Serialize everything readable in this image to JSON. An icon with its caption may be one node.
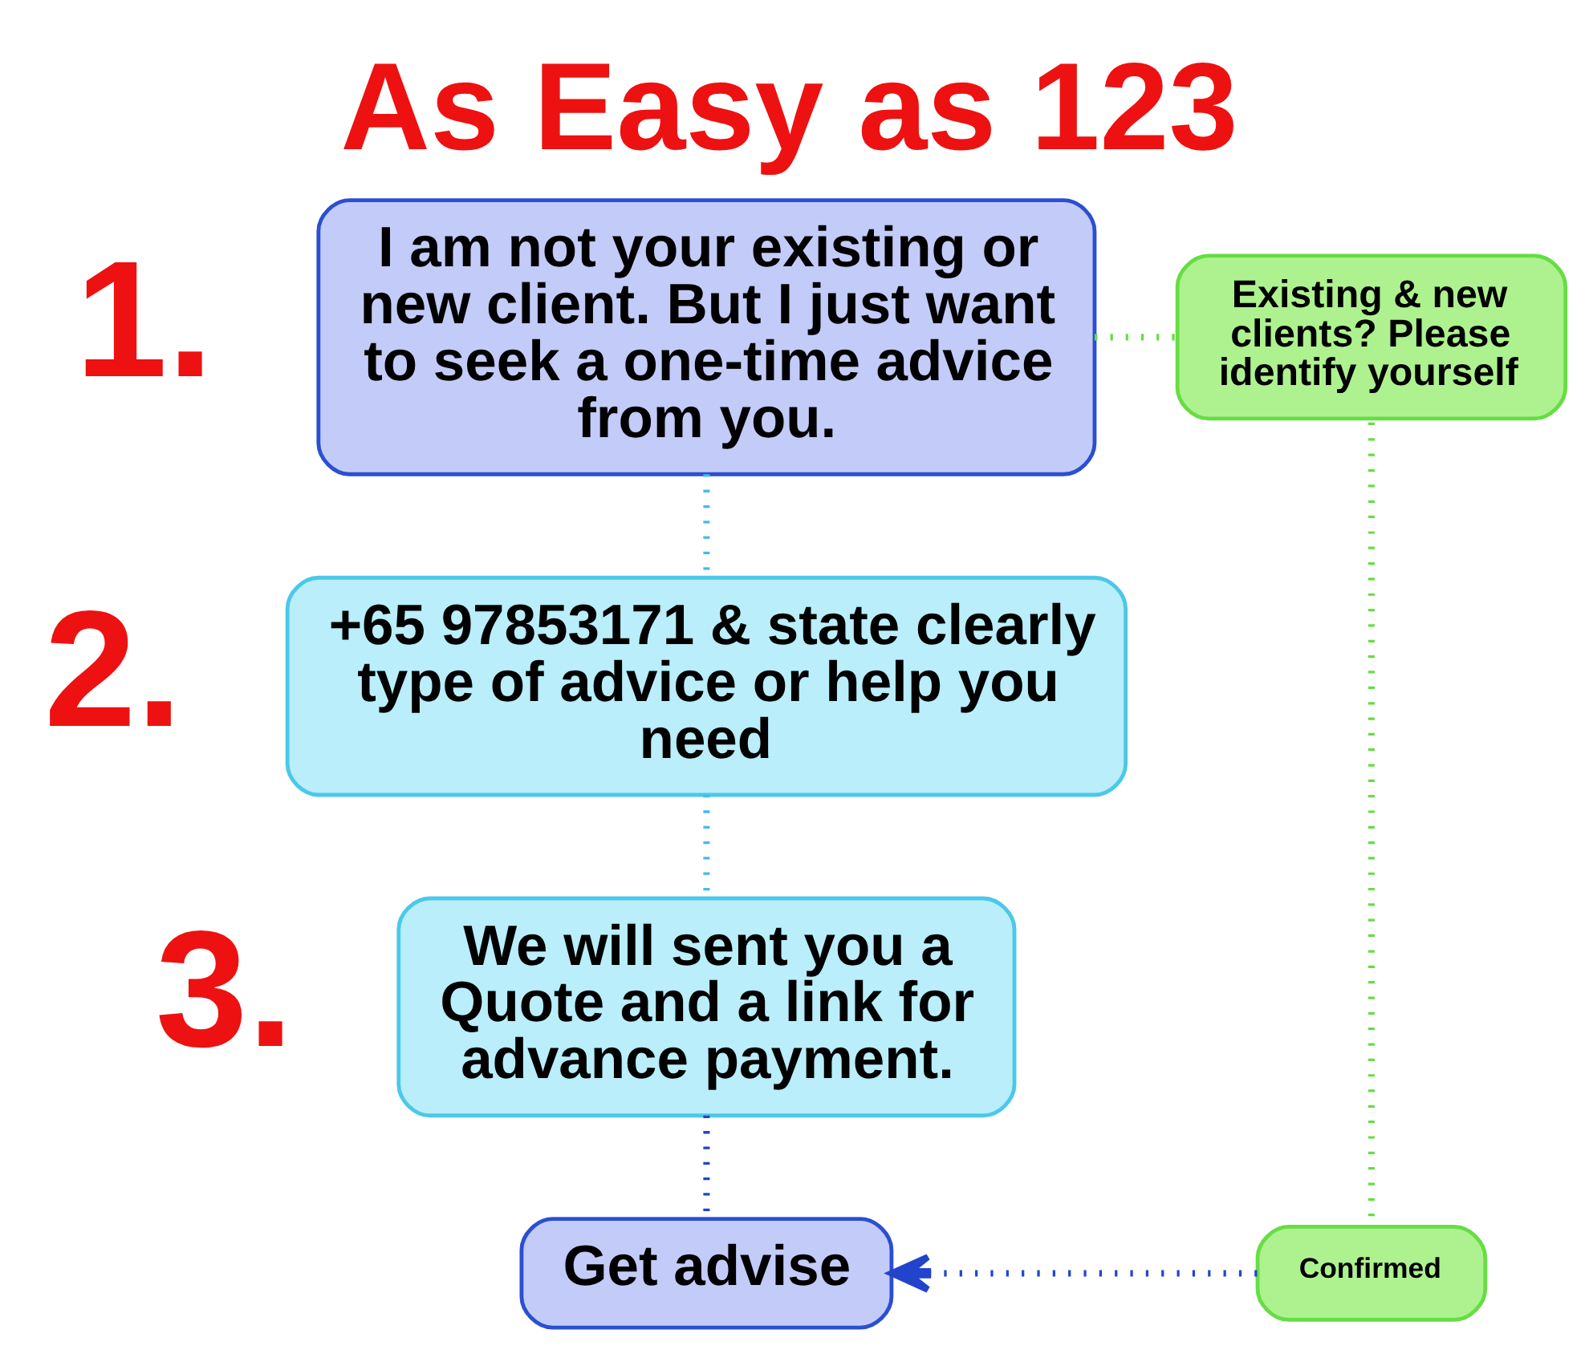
{
  "diagram": {
    "title": "As Easy as 123",
    "nodes": [
      {
        "text": [
          "I am not your existing or new client. But I just want to seek a one-time advice from you."
        ],
        "beside": [
          "1."
        ]
      },
      {
        "text": [
          "Existing & new clients? Please identify yourself"
        ]
      },
      {
        "text": [
          "+65 97853171 & state clearly type of advice or help you need"
        ],
        "beside": [
          "2."
        ]
      },
      {
        "text": [
          "We will sent you a Quote and a link for advance payment."
        ],
        "beside": [
          "3."
        ]
      },
      {
        "text": [
          "Get advise"
        ]
      },
      {
        "text": [
          "Confirmed"
        ]
      }
    ],
    "edges": [
      {
        "from": 0,
        "to": 1,
        "arrow": "none",
        "color": "#66dd44"
      },
      {
        "from": 0,
        "to": 2,
        "arrow": "none",
        "color": "#44bbee"
      },
      {
        "from": 2,
        "to": 3,
        "arrow": "none",
        "color": "#44bbee"
      },
      {
        "from": 3,
        "to": 4,
        "arrow": "none",
        "color": "#2244cc"
      },
      {
        "from": 1,
        "to": 5,
        "arrow": "none",
        "color": "#66dd44"
      },
      {
        "from": 5,
        "to": 4,
        "arrow": "to",
        "color": "#2244cc"
      }
    ]
  }
}
